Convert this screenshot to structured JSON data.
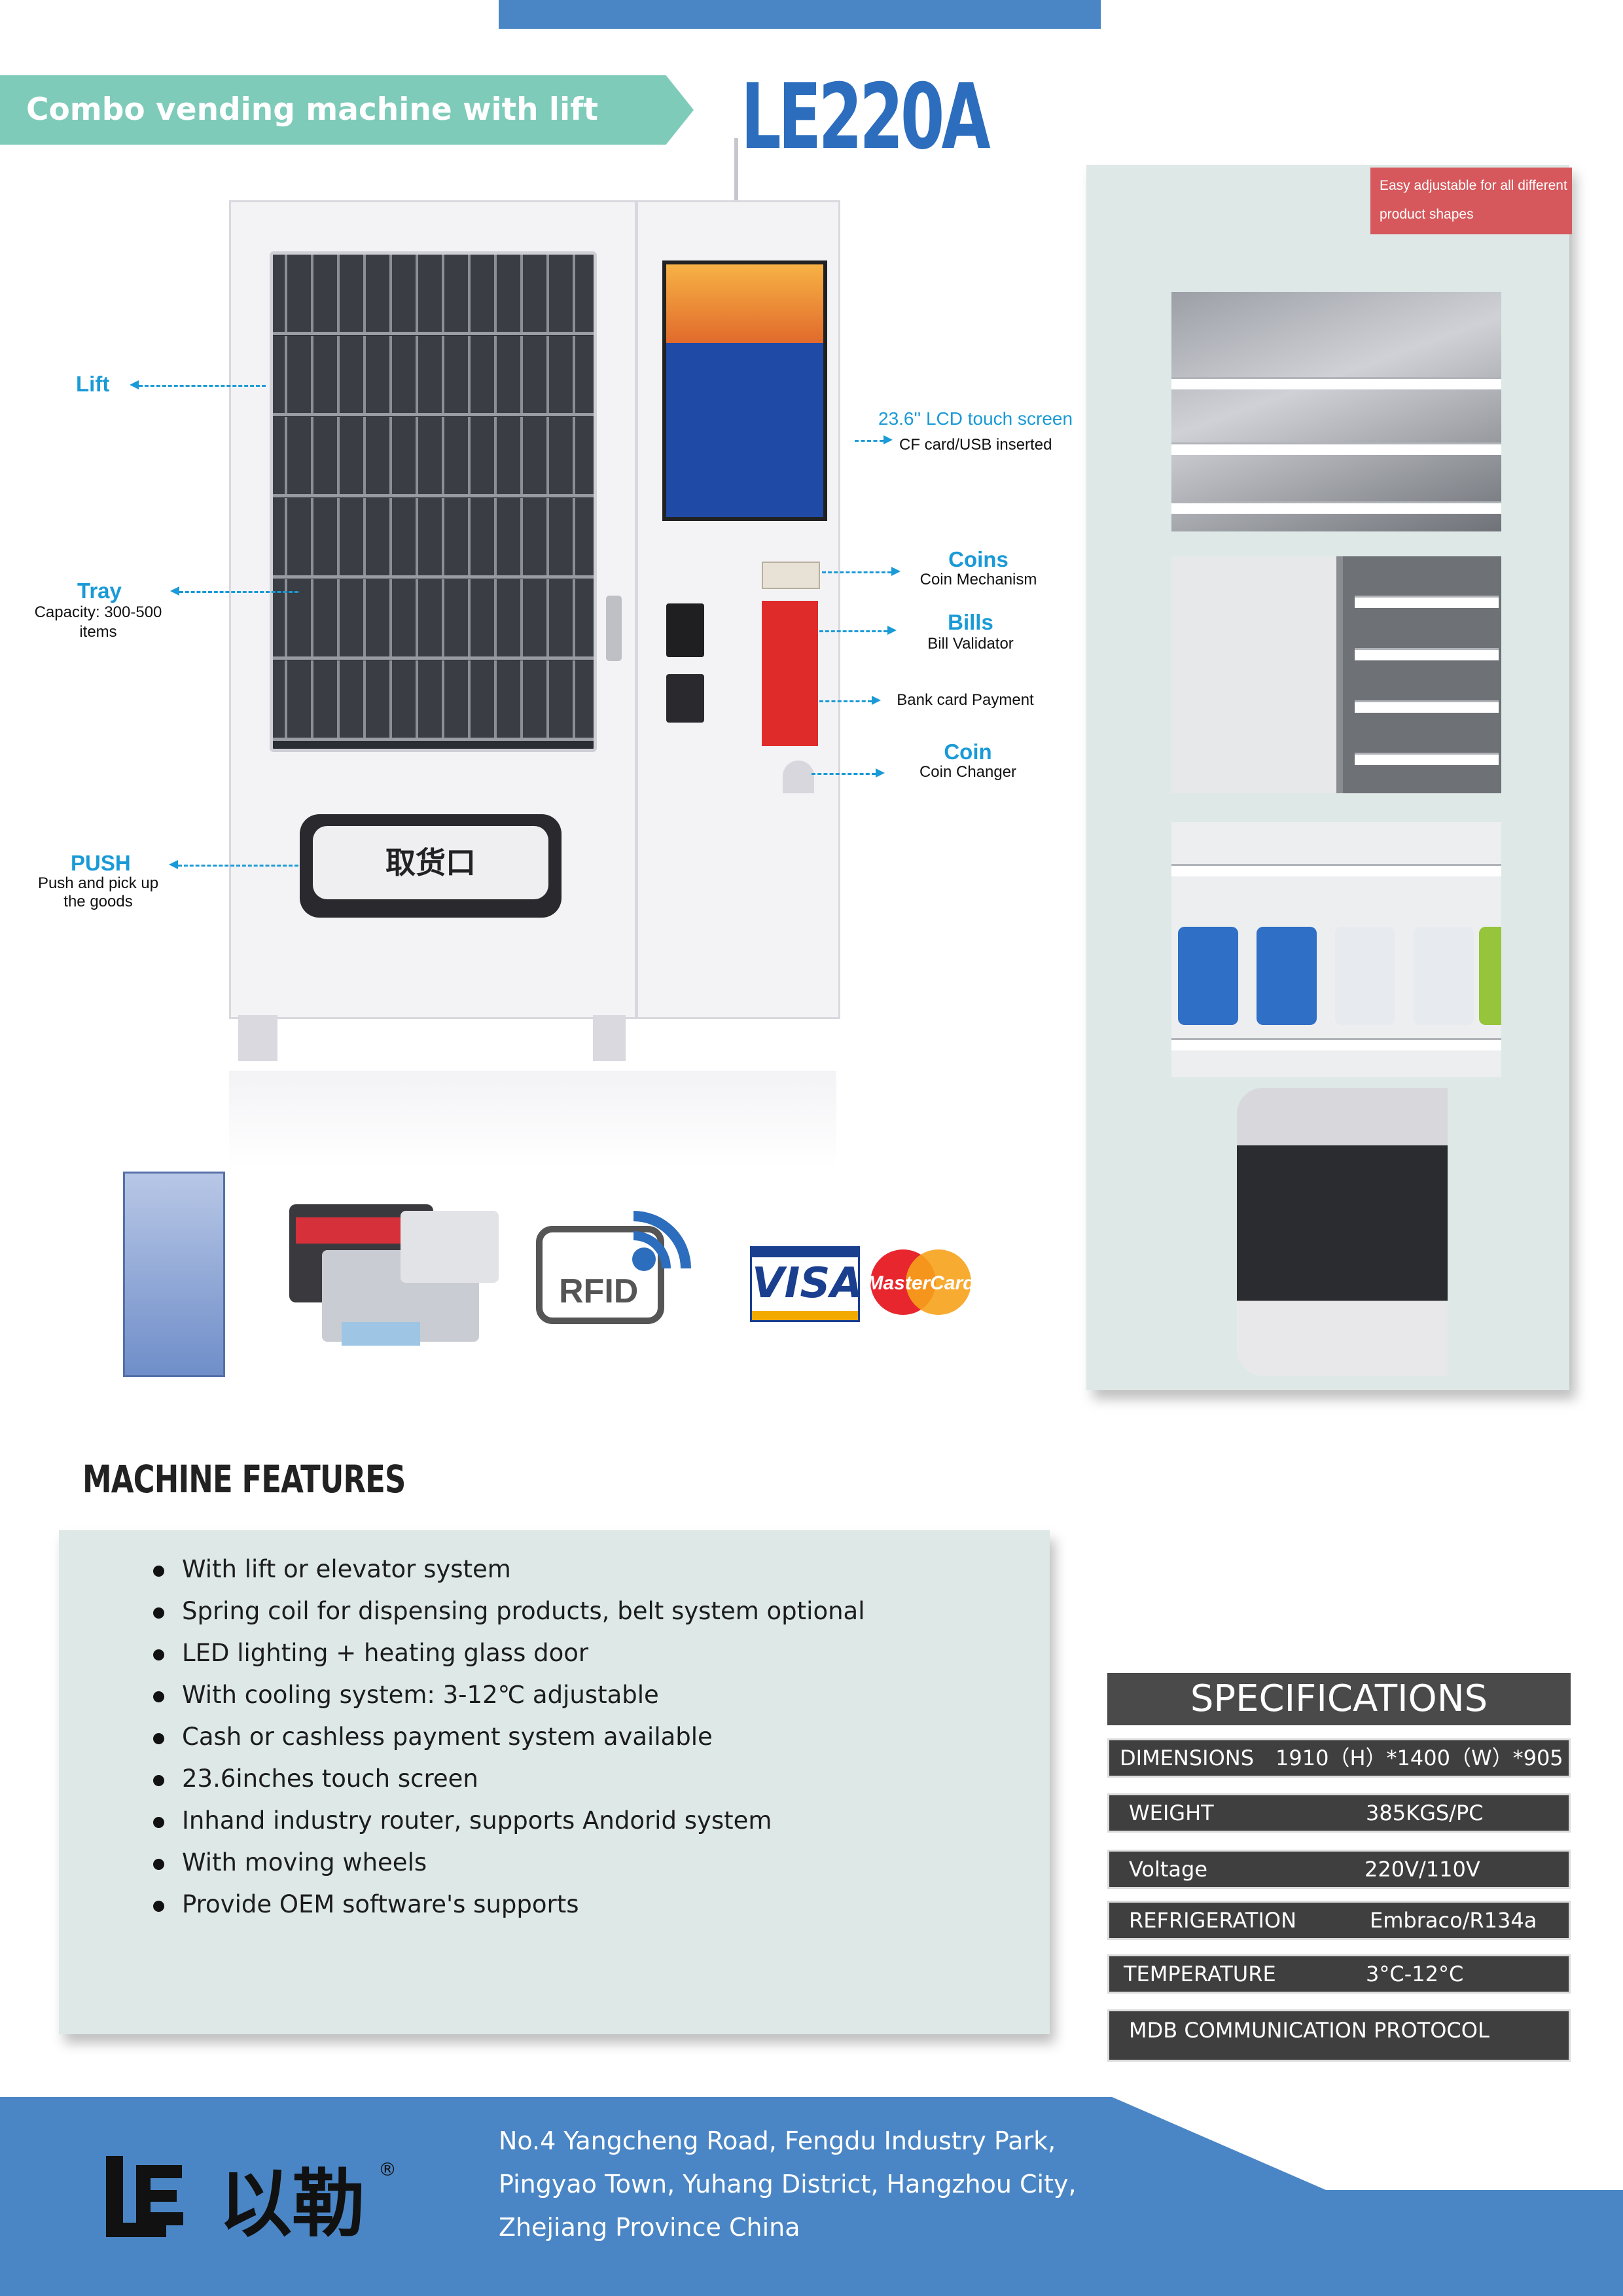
{
  "header": {
    "ribbon_label": "Combo vending machine with lift",
    "model": "LE220A"
  },
  "machine": {
    "pickup_slot_text": "取货口"
  },
  "callouts": {
    "lift": "Lift",
    "tray_title": "Tray",
    "tray_sub_1": "Capacity: 300-500",
    "tray_sub_2": "items",
    "push_title": "PUSH",
    "push_sub_1": "Push and pick up",
    "push_sub_2": "the goods",
    "screen_title": "23.6'' LCD touch screen",
    "screen_sub": "CF card/USB inserted",
    "coins_title": "Coins",
    "coins_sub": "Coin Mechanism",
    "bills_title": "Bills",
    "bills_sub": "Bill Validator",
    "bank_card": "Bank card Payment",
    "coin_title": "Coin",
    "coin_sub": "Coin Changer"
  },
  "payment_logos": {
    "rfid": "RFID",
    "visa": "VISA",
    "mastercard": "MasterCard"
  },
  "side_panel": {
    "note": "Easy adjustable for all different product shapes"
  },
  "features": {
    "title": "MACHINE FEATURES",
    "items": [
      "With lift or elevator system",
      "Spring coil for dispensing products, belt system optional",
      "LED lighting + heating glass door",
      "With cooling system: 3-12℃ adjustable",
      "Cash or cashless payment system available",
      "23.6inches touch screen",
      "Inhand industry router, supports Andorid system",
      "With moving wheels",
      "Provide OEM software's supports"
    ]
  },
  "specs": {
    "title": "SPECIFICATIONS",
    "rows": [
      {
        "label": "DIMENSIONS",
        "value": "1910（H）*1400（W）*905"
      },
      {
        "label": "WEIGHT",
        "value": "385KGS/PC"
      },
      {
        "label": "Voltage",
        "value": "220V/110V"
      },
      {
        "label": "REFRIGERATION",
        "value": "Embraco/R134a"
      },
      {
        "label": "TEMPERATURE",
        "value": "3°C-12°C"
      },
      {
        "label": "MDB COMMUNICATION PROTOCOL",
        "value": ""
      }
    ]
  },
  "footer": {
    "logo_text": "以勒",
    "logo_mark": "®",
    "address_line_1": "No.4 Yangcheng Road, Fengdu Industry Park,",
    "address_line_2": "Pingyao Town, Yuhang District, Hangzhou City,",
    "address_line_3": "Zhejiang Province China"
  },
  "colors": {
    "brand_blue": "#4a86c5",
    "ribbon_teal": "#7ecbb9",
    "callout_blue": "#1a9ad6",
    "panel_bg": "#dde8e7",
    "note_red": "#d6585c",
    "spec_dark": "#3f3f3f"
  }
}
